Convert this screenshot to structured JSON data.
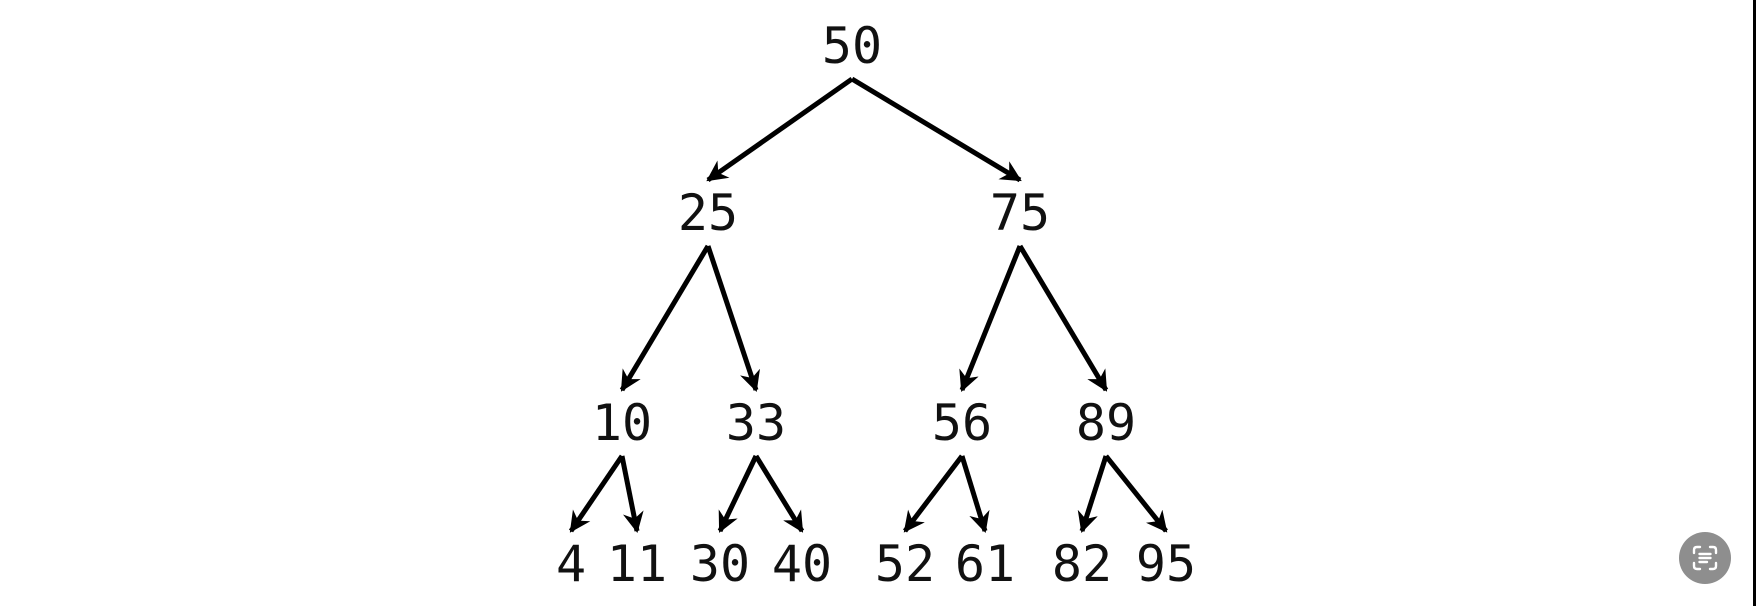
{
  "tree": {
    "nodes": [
      {
        "id": "n50",
        "value": "50"
      },
      {
        "id": "n25",
        "value": "25"
      },
      {
        "id": "n75",
        "value": "75"
      },
      {
        "id": "n10",
        "value": "10"
      },
      {
        "id": "n33",
        "value": "33"
      },
      {
        "id": "n56",
        "value": "56"
      },
      {
        "id": "n89",
        "value": "89"
      },
      {
        "id": "n4",
        "value": "4"
      },
      {
        "id": "n11",
        "value": "11"
      },
      {
        "id": "n30",
        "value": "30"
      },
      {
        "id": "n40",
        "value": "40"
      },
      {
        "id": "n52",
        "value": "52"
      },
      {
        "id": "n61",
        "value": "61"
      },
      {
        "id": "n82",
        "value": "82"
      },
      {
        "id": "n95",
        "value": "95"
      }
    ],
    "edges": [
      [
        "n50",
        "n25"
      ],
      [
        "n50",
        "n75"
      ],
      [
        "n25",
        "n10"
      ],
      [
        "n25",
        "n33"
      ],
      [
        "n75",
        "n56"
      ],
      [
        "n75",
        "n89"
      ],
      [
        "n10",
        "n4"
      ],
      [
        "n10",
        "n11"
      ],
      [
        "n33",
        "n30"
      ],
      [
        "n33",
        "n40"
      ],
      [
        "n56",
        "n52"
      ],
      [
        "n56",
        "n61"
      ],
      [
        "n89",
        "n82"
      ],
      [
        "n89",
        "n95"
      ]
    ],
    "arrow_color": "#000000",
    "text_color": "#111111"
  },
  "scan_button": {
    "icon": "text-scan-icon",
    "color": "#8e8e8e"
  }
}
